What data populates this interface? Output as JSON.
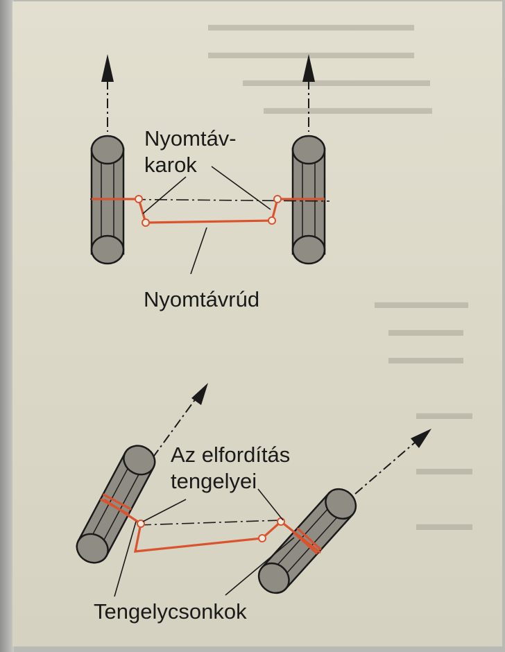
{
  "top_diagram": {
    "label_arms_line1": "Nyomtáv-",
    "label_arms_line2": "karok",
    "label_rod": "Nyomtávrúd"
  },
  "bottom_diagram": {
    "label_axes_line1": "Az elfordítás",
    "label_axes_line2": "tengelyei",
    "label_stubs": "Tengelycsonkok"
  },
  "colors": {
    "linkage": "#d9542e",
    "ink": "#1a1a1a",
    "tire_fill": "#8f8c84",
    "paper": "#ddd9c9"
  }
}
